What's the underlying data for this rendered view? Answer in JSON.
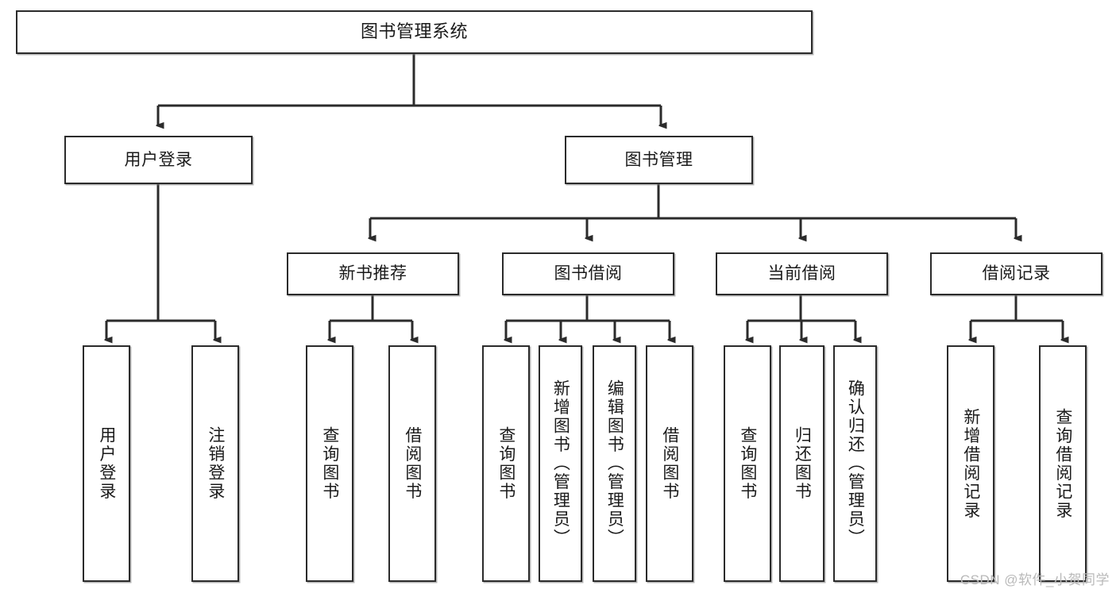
{
  "diagram": {
    "title": "图书管理系统",
    "type": "tree-hierarchy",
    "watermark": "CSDN @软件_小贺同学",
    "colors": {
      "background": "#ffffff",
      "box_border": "#2b2b2b",
      "box_fill": "#ffffff",
      "connector": "#2b2b2b",
      "watermark": "#b9b9b9"
    },
    "levels": {
      "root": {
        "label": "图书管理系统"
      },
      "level2": [
        {
          "label": "用户登录"
        },
        {
          "label": "图书管理"
        }
      ],
      "level3": [
        {
          "label": "新书推荐"
        },
        {
          "label": "图书借阅"
        },
        {
          "label": "当前借阅"
        },
        {
          "label": "借阅记录"
        }
      ],
      "leaves": {
        "user_login": [
          {
            "label": "用户登录"
          },
          {
            "label": "注销登录"
          }
        ],
        "new_book_recommend": [
          {
            "label": "查询图书"
          },
          {
            "label": "借阅图书"
          }
        ],
        "book_borrow": [
          {
            "label": "查询图书"
          },
          {
            "label": "新增图书（管理员）"
          },
          {
            "label": "编辑图书（管理员）"
          },
          {
            "label": "借阅图书"
          }
        ],
        "current_borrow": [
          {
            "label": "查询图书"
          },
          {
            "label": "归还图书"
          },
          {
            "label": "确认归还（管理员）"
          }
        ],
        "borrow_record": [
          {
            "label": "新增借阅记录"
          },
          {
            "label": "查询借阅记录"
          }
        ]
      }
    }
  }
}
